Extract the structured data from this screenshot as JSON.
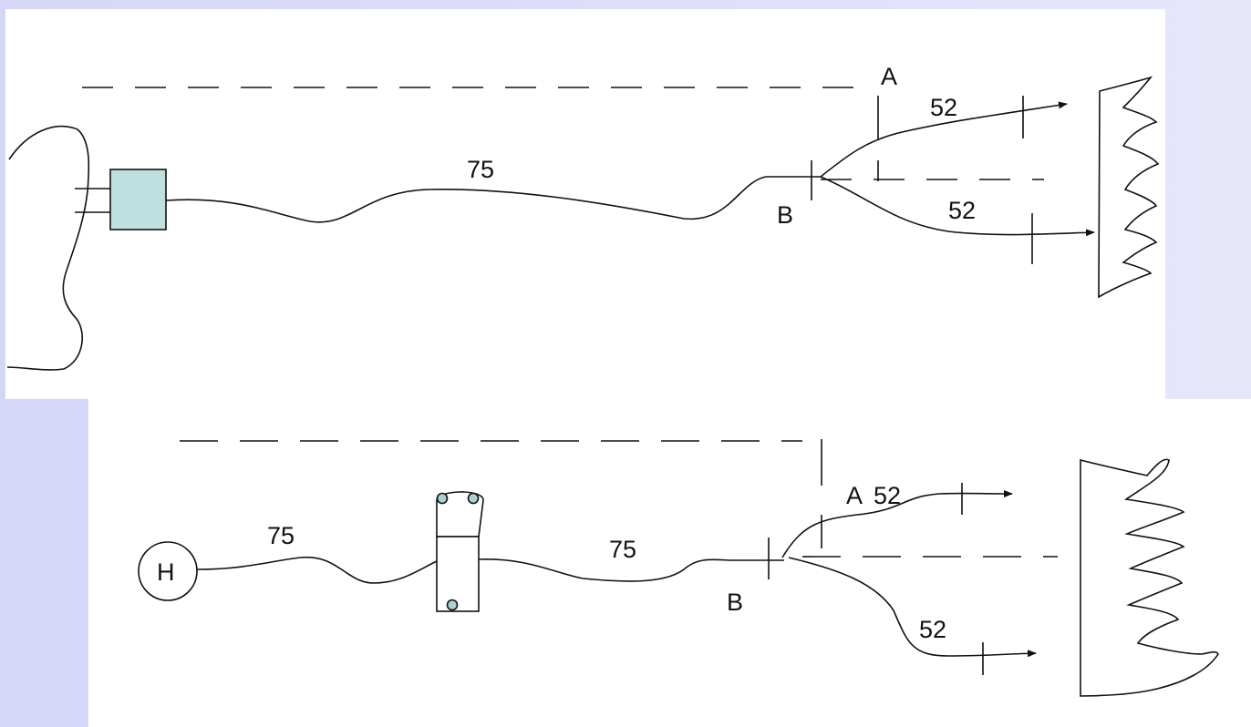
{
  "top_diagram": {
    "label_cable": "75",
    "label_junction": "B",
    "label_threshold": "A",
    "label_branch_upper": "52",
    "label_branch_lower": "52"
  },
  "bottom_diagram": {
    "label_source": "H",
    "label_cable_left": "75",
    "label_cable_right": "75",
    "label_junction": "B",
    "label_threshold": "A",
    "label_branch_upper": "52",
    "label_branch_lower": "52"
  },
  "colors": {
    "background": "#d6d6f7",
    "panel": "#ffffff",
    "line": "#111111",
    "device_fill": "#bfe0e0",
    "contact_fill": "#a9d3cf"
  }
}
